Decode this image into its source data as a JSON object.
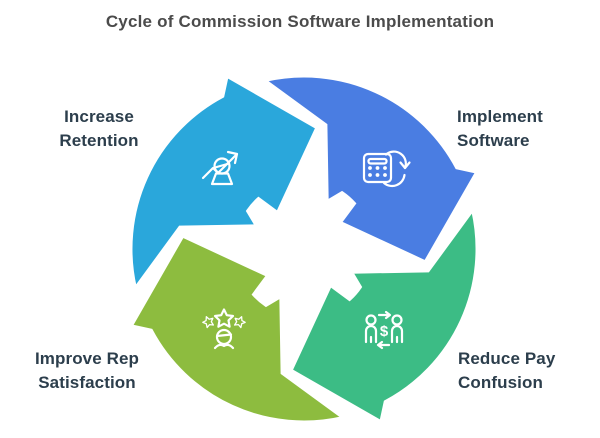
{
  "title": {
    "text": "Cycle of Commission Software Implementation",
    "color": "#4B4B4B"
  },
  "labels_color": "#2C3E4C",
  "cycle": {
    "outline_color": "#FFFFFF",
    "segments": [
      {
        "name": "implement-software",
        "position": "top-right",
        "color": "#4A7DE2",
        "icon": "calculator-sync-icon",
        "label_lines": [
          "Implement",
          "Software"
        ]
      },
      {
        "name": "reduce-pay-confusion",
        "position": "bottom-right",
        "color": "#3CBC85",
        "icon": "people-pay-icon",
        "label_lines": [
          "Reduce Pay",
          "Confusion"
        ]
      },
      {
        "name": "improve-rep-satisfaction",
        "position": "bottom-left",
        "color": "#8DBC3F",
        "icon": "star-person-icon",
        "label_lines": [
          "Improve Rep",
          "Satisfaction"
        ]
      },
      {
        "name": "increase-retention",
        "position": "top-left",
        "color": "#2AA7DB",
        "icon": "growth-person-icon",
        "label_lines": [
          "Increase",
          "Retention"
        ]
      }
    ],
    "icon_glyphs": {
      "dollar": "$"
    }
  }
}
